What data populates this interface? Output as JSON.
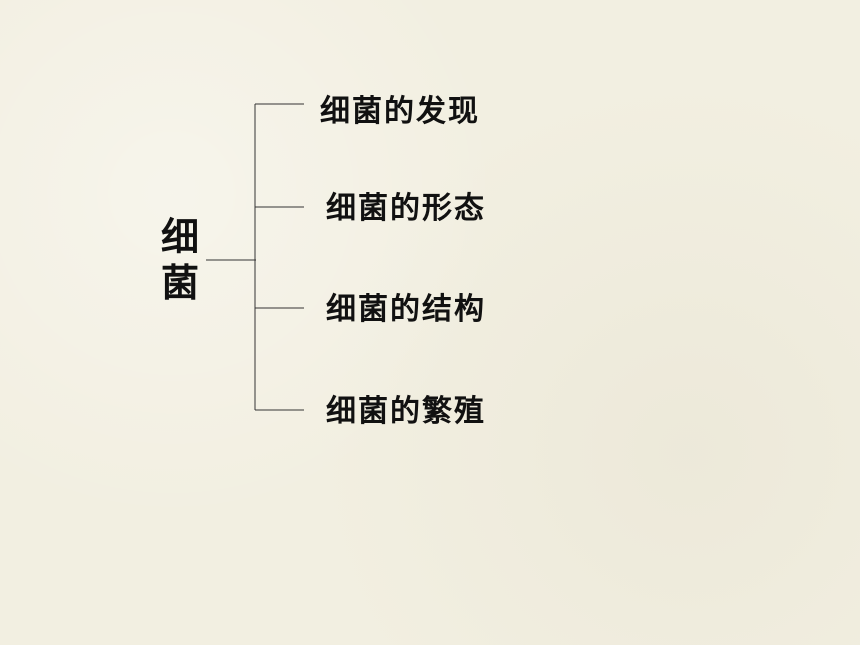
{
  "root": {
    "char1": "细",
    "char2": "菌"
  },
  "branches": [
    "细菌的发现",
    "细菌的形态",
    "细菌的结构",
    "细菌的繁殖"
  ]
}
